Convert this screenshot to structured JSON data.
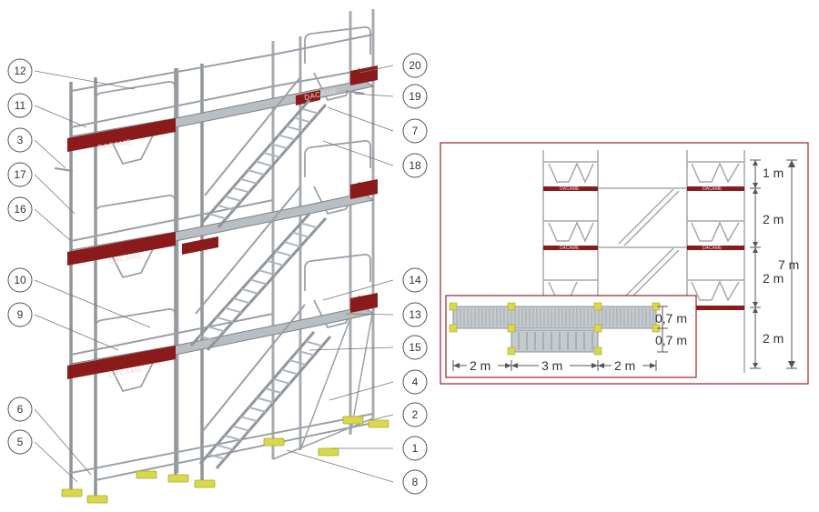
{
  "brand": {
    "name": "DACAME",
    "board_color": "#8b1a1a",
    "base_plate_color": "#d8d84a",
    "tube_color": "#9aa0a6",
    "panel_border_color": "#a01f24"
  },
  "callouts": {
    "c1": "1",
    "c2": "2",
    "c3": "3",
    "c4": "4",
    "c5": "5",
    "c6": "6",
    "c7": "7",
    "c8": "8",
    "c9": "9",
    "c10": "10",
    "c11": "11",
    "c12": "12",
    "c13": "13",
    "c14": "14",
    "c15": "15",
    "c16": "16",
    "c17": "17",
    "c18": "18",
    "c19": "19",
    "c20": "20"
  },
  "dimensions": {
    "height_top": "1 m",
    "height_2": "2 m",
    "height_3": "2 m",
    "height_4": "2 m",
    "height_total": "7 m",
    "depth_1": "0,7 m",
    "depth_2": "0,7 m",
    "width_left": "2 m",
    "width_mid": "3 m",
    "width_right": "2 m"
  }
}
